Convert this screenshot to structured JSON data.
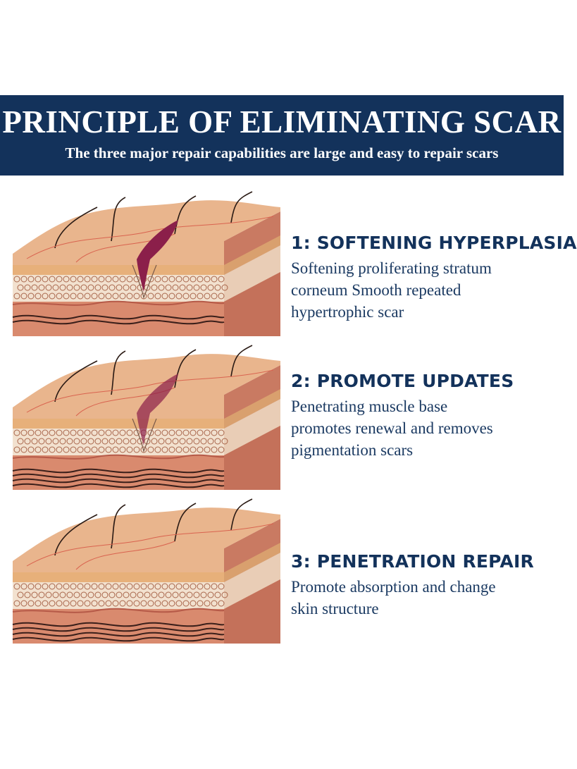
{
  "header": {
    "title": "PRINCIPLE OF ELIMINATING SCAR",
    "subtitle": "The three major repair capabilities are large and easy to repair scars"
  },
  "colors": {
    "banner": "#13325b",
    "title_text": "#13325b",
    "skin_top": "#e9b58d",
    "skin_side": "#d98a6e",
    "fat_layer": "#f2e1cf",
    "scar": "#8b1f4a"
  },
  "steps": [
    {
      "title": "1: SOFTENING HYPERPLASIA",
      "description": "Softening proliferating stratum\ncorneum Smooth repeated\nhypertrophic scar",
      "scar_level": 1.0
    },
    {
      "title": "2: PROMOTE UPDATES",
      "description": "Penetrating muscle base\npromotes renewal and removes\npigmentation scars",
      "scar_level": 0.55
    },
    {
      "title": "3: PENETRATION REPAIR",
      "description": "Promote absorption and change\nskin structure",
      "scar_level": 0.0
    }
  ]
}
